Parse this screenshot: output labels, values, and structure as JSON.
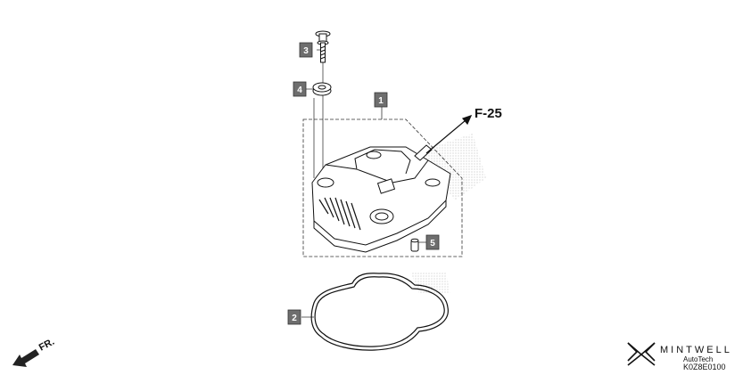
{
  "callouts": [
    {
      "id": "1",
      "label": "1",
      "part": "head-cover"
    },
    {
      "id": "2",
      "label": "2",
      "part": "gasket"
    },
    {
      "id": "3",
      "label": "3",
      "part": "bolt"
    },
    {
      "id": "4",
      "label": "4",
      "part": "washer"
    },
    {
      "id": "5",
      "label": "5",
      "part": "dowel-pin"
    }
  ],
  "reference": "F-25",
  "direction_marker": "FR.",
  "brand": {
    "name": "MINTWELL",
    "sub": "AutoTech",
    "code": "K0Z8E0100"
  },
  "colors": {
    "line": "#111111",
    "callout_fill": "#6e6e6e",
    "stipple": "#bbbbbb"
  },
  "icons": [
    "fr-arrow-icon",
    "mintwell-logo-icon"
  ]
}
